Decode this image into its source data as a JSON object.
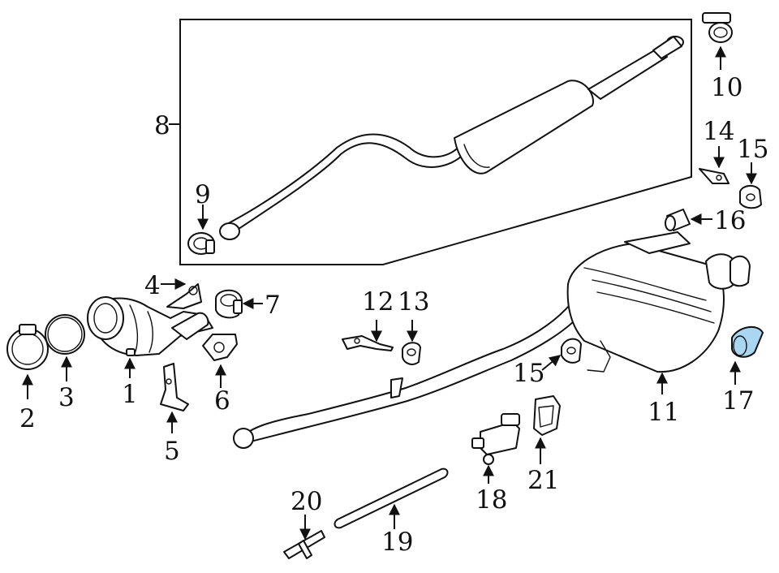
{
  "diagram": {
    "highlight_color": "#a9d7f1",
    "line_color": "#111111",
    "background": "#ffffff"
  },
  "callouts": {
    "c1": "1",
    "c2": "2",
    "c3": "3",
    "c4": "4",
    "c5": "5",
    "c6": "6",
    "c7": "7",
    "c8": "8",
    "c9": "9",
    "c10": "10",
    "c11": "11",
    "c12": "12",
    "c13": "13",
    "c14": "14",
    "c15a": "15",
    "c15b": "15",
    "c16": "16",
    "c17": "17",
    "c18": "18",
    "c19": "19",
    "c20": "20",
    "c21": "21"
  }
}
